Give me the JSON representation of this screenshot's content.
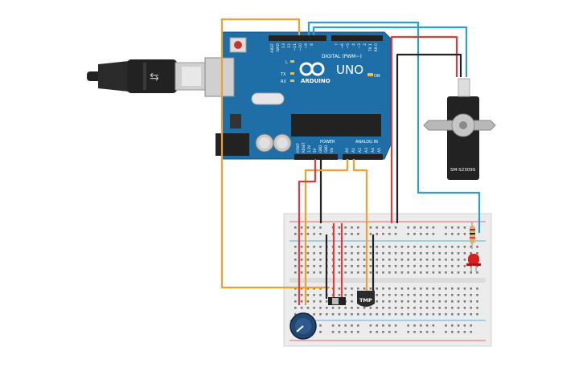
{
  "arduino": {
    "brand_word": "ARDUINO",
    "model": "UNO",
    "digital_label": "DIGITAL (PWM~)",
    "power_label": "POWER",
    "analog_label": "ANALOG IN",
    "on_label": "ON",
    "l_label": "L",
    "tx_label": "TX",
    "rx_label": "RX",
    "digital_pins": [
      "AREF",
      "GND",
      "13",
      "12",
      "~11",
      "~10",
      "~9",
      "8",
      "7",
      "~6",
      "~5",
      "4",
      "~3",
      "2",
      "TX 1",
      "RX 0"
    ],
    "power_pins": [
      "IOREF",
      "RESET",
      "3.3V",
      "5V",
      "GND",
      "GND",
      "Vin"
    ],
    "analog_pins": [
      "A0",
      "A1",
      "A2",
      "A3",
      "A4",
      "A5"
    ]
  },
  "servo": {
    "model": "SM-S2309S"
  },
  "sensor": {
    "label": "TMP"
  },
  "colors": {
    "board": "#1e6fa8",
    "orange_wire": "#f0a030",
    "blue_wire": "#2a9fd6",
    "red_wire": "#e23b3b",
    "black_wire": "#222222",
    "breadboard": "#ececec",
    "led": "#d62020"
  },
  "components": [
    "usb-cable",
    "arduino-uno",
    "servo-motor",
    "breadboard",
    "potentiometer",
    "slide-switch",
    "temperature-sensor",
    "resistor",
    "led"
  ]
}
